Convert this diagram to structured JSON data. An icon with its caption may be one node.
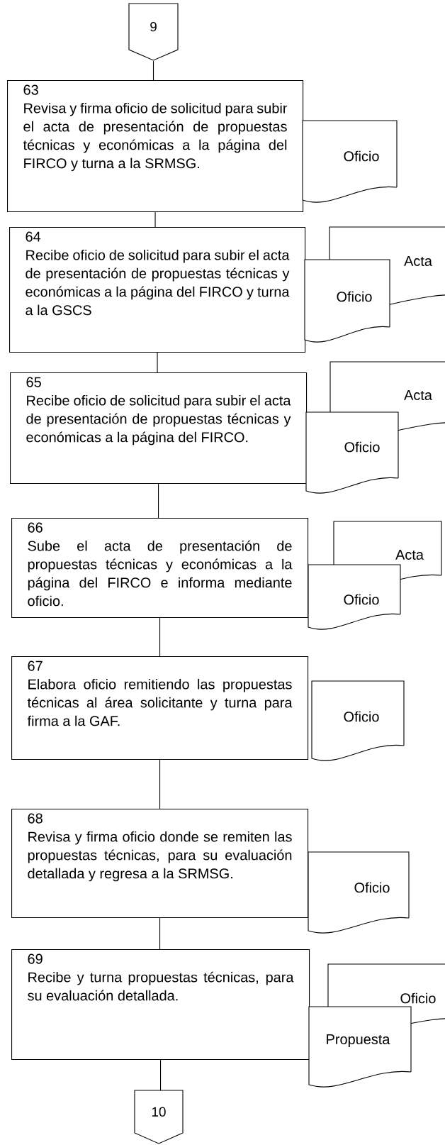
{
  "diagram": {
    "nodes": [
      {
        "text": [
          "9"
        ]
      },
      {
        "text": [
          "63",
          "Revisa y firma oficio de solicitud para subir el acta de presentación de propuestas técnicas y económicas a la página del FIRCO y turna a la SRMSG."
        ]
      },
      {
        "text": [
          "Oficio"
        ]
      },
      {
        "text": [
          "64",
          "Recibe oficio de solicitud para subir el acta de presentación de propuestas técnicas y económicas a la página del FIRCO y turna a la GSCS"
        ]
      },
      {
        "text": [
          "Acta"
        ]
      },
      {
        "text": [
          "Oficio"
        ]
      },
      {
        "text": [
          "65",
          "Recibe oficio de solicitud para subir el acta de presentación de propuestas técnicas y económicas a la página del FIRCO."
        ]
      },
      {
        "text": [
          "Acta"
        ]
      },
      {
        "text": [
          "Oficio"
        ]
      },
      {
        "text": [
          "66",
          "Sube el acta de presentación de propuestas técnicas y económicas a la página del FIRCO e informa mediante oficio."
        ]
      },
      {
        "text": [
          "Acta"
        ]
      },
      {
        "text": [
          "Oficio"
        ]
      },
      {
        "text": [
          "67",
          "Elabora oficio remitiendo las propuestas técnicas al área solicitante y turna para firma a la GAF."
        ]
      },
      {
        "text": [
          "Oficio"
        ]
      },
      {
        "text": [
          "68",
          "Revisa y firma oficio donde se remiten las propuestas técnicas, para su evaluación detallada y regresa a la SRMSG."
        ]
      },
      {
        "text": [
          "Oficio"
        ]
      },
      {
        "text": [
          "69",
          "Recibe y turna propuestas técnicas, para su evaluación detallada."
        ]
      },
      {
        "text": [
          "Oficio"
        ]
      },
      {
        "text": [
          "Propuesta"
        ]
      },
      {
        "text": [
          "10"
        ]
      }
    ],
    "edges": [
      {
        "from": 0,
        "to": 1,
        "arrow": "none"
      },
      {
        "from": 1,
        "to": 3,
        "arrow": "none"
      },
      {
        "from": 3,
        "to": 6,
        "arrow": "none"
      },
      {
        "from": 6,
        "to": 9,
        "arrow": "none"
      },
      {
        "from": 9,
        "to": 12,
        "arrow": "none"
      },
      {
        "from": 12,
        "to": 14,
        "arrow": "none"
      },
      {
        "from": 14,
        "to": 16,
        "arrow": "none"
      },
      {
        "from": 16,
        "to": 19,
        "arrow": "none"
      }
    ]
  }
}
